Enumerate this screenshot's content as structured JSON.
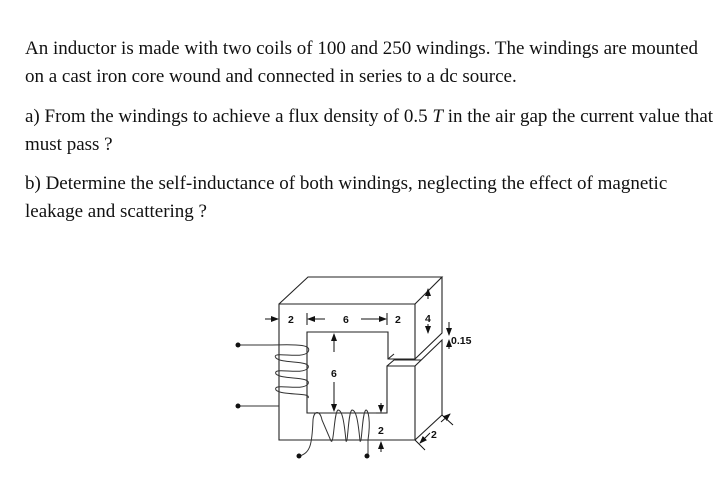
{
  "problem": {
    "intro": "An inductor is made with two coils of 100 and 250 windings. The windings are mounted on a cast iron core wound and connected in series to a dc source.",
    "part_a": {
      "prefix": "a) From the windings to achieve a flux density of 0.5 ",
      "symbol": "T",
      "suffix": " in the air gap the current value that must pass ?"
    },
    "part_b": "b) Determine the self-inductance of both windings, neglecting the effect of magnetic leakage and scattering ?"
  },
  "figure": {
    "description": "Cast iron core with air gap and two coils",
    "dimensions": {
      "left_leg_width": "2",
      "window_width": "6",
      "right_leg_width": "2",
      "top_yoke_height": "4",
      "air_gap": "0.15",
      "window_height": "6",
      "bottom_yoke_height": "2",
      "depth": "2"
    }
  }
}
